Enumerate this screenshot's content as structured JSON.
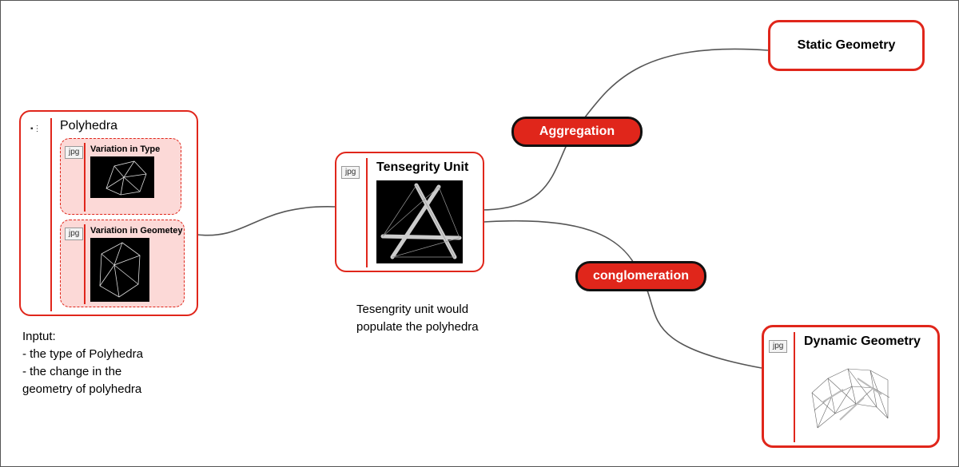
{
  "polyhedra": {
    "title": "Polyhedra",
    "variation_type": "Variation in Type",
    "variation_geometry": "Variation in Geometey"
  },
  "input_note": {
    "line1": "Inptut:",
    "line2": "- the type of Polyhedra",
    "line3": "- the change in the",
    "line4": "geometry of polyhedra"
  },
  "tensegrity": {
    "title": "Tensegrity Unit",
    "note_line1": "Tesengrity unit would",
    "note_line2": "populate the polyhedra"
  },
  "aggregation": "Aggregation",
  "conglomeration": "conglomeration",
  "static_geometry": "Static Geometry",
  "dynamic_geometry": "Dynamic  Geometry",
  "jpg_badge": "jpg",
  "colors": {
    "accent": "#e0261b",
    "sub_fill": "#fcd9d7",
    "pill_border": "#111111"
  }
}
